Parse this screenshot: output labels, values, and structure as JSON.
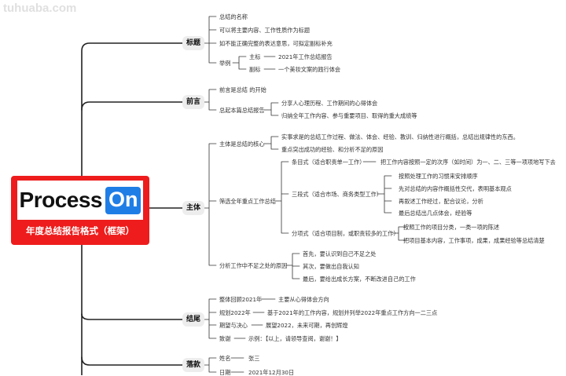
{
  "watermark": "tuhuaba.com",
  "root": {
    "logo_word": "Process",
    "logo_on": "On",
    "subtitle": "年度总结报告格式（框架）",
    "colors": {
      "frame": "#ee1c1c",
      "on_badge": "#1f7ee6"
    }
  },
  "branches": {
    "title": {
      "label": "标题",
      "items": [
        "总结的名称",
        "可以将主要内容、工作性质作为标题",
        "如不能正确完整的表达意思，可拟定副标补充",
        "举例"
      ],
      "example": {
        "main_key": "主标",
        "main_val": "2021年工作总结报告",
        "sub_key": "副标",
        "sub_val": "一个美妆文案的践行体会"
      }
    },
    "preface": {
      "label": "前言",
      "items": [
        "前言是总结 的开始",
        "总起本篇总结报告"
      ],
      "sub": [
        "分享人心理历程、工作期间的心得体会",
        "归纳全年工作内容、参与重要项目、取得的重大成绩等"
      ]
    },
    "body": {
      "label": "主体",
      "core": "主体是总结的核心",
      "core_items": [
        "实事求是的总结工作过程、做法、体会、经验、教训、归纳性进行概括，总结出规律性的东西。",
        "重点突出成功的经验、和分析不足的原因"
      ],
      "review": "筛选全年重点工作总结",
      "modes": [
        {
          "name": "条目式（适合职责单一工作）",
          "details": [
            "把工作内容按照一定的次序（如时间）为一、二、三等一项项地写下去"
          ]
        },
        {
          "name": "三段式（适合市场、商务类型工作）",
          "details": [
            "按照处理工作的习惯来安排顺序",
            "先对总结的内容作概括性交代，表明基本观点",
            "再叙述工作经过，配合议论，分析",
            "最后总结出几点体会，经验等"
          ]
        },
        {
          "name": "分项式（适合项目制，或职责较多的工作）",
          "details": [
            "按照工作的项目分类，一类一项的陈述",
            "把项目基本内容，工作事项，成果，成果经验等总结清楚"
          ]
        }
      ],
      "shortfall": "分析工作中不足之处的原因",
      "shortfall_items": [
        "首先，要认识到自己不足之处",
        "其次，要做出自我认知",
        "最后，要给出成长方案，不断改进自己的工作"
      ]
    },
    "ending": {
      "label": "结尾",
      "rows": [
        {
          "key": "整体回顾2021年",
          "val": "主要从心得体会方向"
        },
        {
          "key": "规划2022年",
          "val": "基于2021年的工作内容，规划并列举2022年重点工作方向一二三点"
        },
        {
          "key": "期望与决心",
          "val": "展望2022，未来可期，再创辉煌"
        },
        {
          "key": "致谢",
          "val": "示例：【以上，请领导查阅，谢谢！】"
        }
      ]
    },
    "signature": {
      "label": "落款",
      "rows": [
        {
          "key": "姓名",
          "val": "张三"
        },
        {
          "key": "日期",
          "val": "2021年12月30日"
        }
      ]
    }
  }
}
